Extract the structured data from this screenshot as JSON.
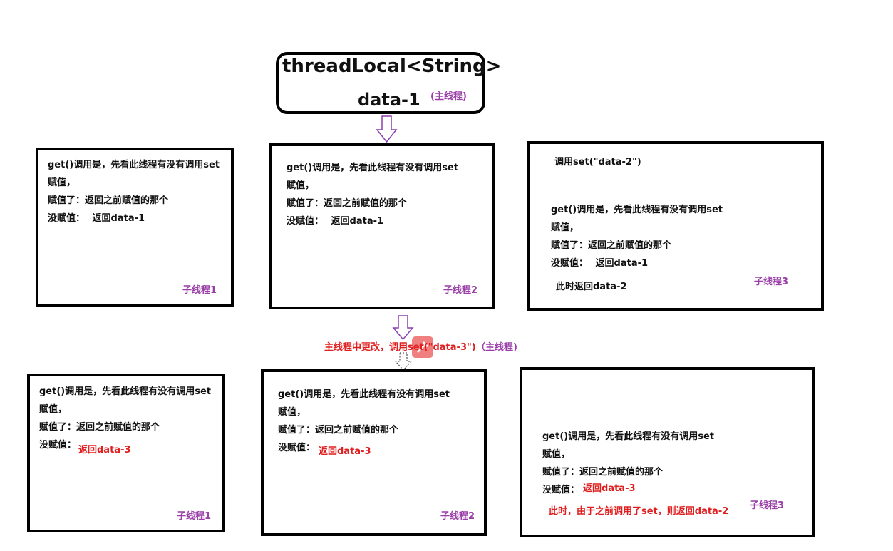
{
  "header": {
    "title": "threadLocal<String>",
    "value": "data-1",
    "main_thread_tag": "(主线程)"
  },
  "common_text": {
    "line1": "get()调用是，先看此线程有没有调用set",
    "line2": "赋值，",
    "line3": "赋值了：返回之前赋值的那个",
    "line4_prefix": "没赋值："
  },
  "top_row": {
    "thread1": {
      "value": "返回data-1",
      "label": "子线程1"
    },
    "thread2": {
      "value": "返回data-1",
      "label": "子线程2"
    },
    "thread3": {
      "set_call": "调用set(\"data-2\")",
      "value": "返回data-1",
      "result": "此时返回data-2",
      "label": "子线程3"
    }
  },
  "middle": {
    "change_text": "主线程中更改，调用set(\"data-3\")",
    "main_thread_tag": "（主线程)"
  },
  "bottom_row": {
    "thread1": {
      "value": "返回data-3",
      "label": "子线程1"
    },
    "thread2": {
      "value": "返回data-3",
      "label": "子线程2"
    },
    "thread3": {
      "value": "返回data-3",
      "note": "此时，由于之前调用了set，则返回data-2",
      "label": "子线程3"
    }
  },
  "colors": {
    "label_purple": "#9a3ea8",
    "highlight_red": "#e02020",
    "arrow_outline": "#8a3fb0"
  }
}
